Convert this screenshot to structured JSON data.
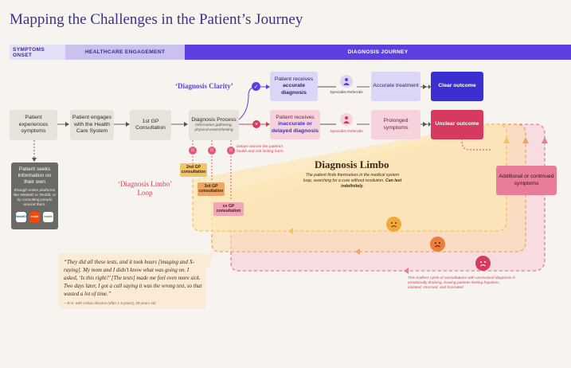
{
  "title": "Mapping the Challenges in the Patient’s Journey",
  "phases": {
    "onset": "SYMPTOMS ONSET",
    "engagement": "HEALTHCARE ENGAGEMENT",
    "journey": "DIAGNOSIS JOURNEY"
  },
  "nodes": {
    "experiences": "Patient experiences symptoms",
    "engages": "Patient engages with the Health Care System",
    "gp1": "1st GP Consultation",
    "process_title": "Diagnosis Process",
    "process_sub": "Information gathering, physical exams/testing",
    "seeks_title": "Patient seeks information on their own",
    "seeks_sub": "through online platforms like WebMD or Reddit, or by consulting people around them.",
    "acc_pre": "Patient receives",
    "acc_bold": "accurate diagnosis",
    "inacc_pre": "Patient receives",
    "inacc_bold": "inaccurate or delayed diagnosis",
    "accurate_treatment": "Accurate treatment",
    "prolonged": "Prolonged symptoms",
    "clear": "Clear outcome",
    "unclear": "Unclear outcome",
    "additional": "Additional or continued symptoms"
  },
  "specialist_top": "Specialist Referrals",
  "specialist_bottom": "Specialist Referrals",
  "clarity_label": "‘Diagnosis Clarity’",
  "limbo_loop_label": "‘Diagnosis Limbo’ Loop",
  "delays_note": "Delays worsen the patient’s health and risk lasting harm.",
  "consultations": {
    "gp2": "2nd GP consultation",
    "gp3": "3rd GP consultation",
    "gpx": "xx GP consultation"
  },
  "limbo": {
    "title": "Diagnosis Limbo",
    "desc": "The patient finds themselves in the medical system loop, searching for a cure without resolution.",
    "desc_bold": "Can last indefinitely."
  },
  "endless_note": "This endless cycle of consultations with unresolved diagnosis is emotionally draining, leaving patients feeling hopeless, isolated, stressed, and frustrated",
  "logos": {
    "webmd": "WebMD",
    "reddit": "reddit",
    "other": "health"
  },
  "quote": {
    "text": "“They did all these tests, and it took hours [imaging and X-raying]. My mom and I didn’t know what was going on. I asked, ‘Is this right?’ [The tests] made me feel even more sick. Two days later, I got a call saying it was the wrong test, so that wasted a lot of time.”",
    "attribution": "—E.H. with Celiac disease (after 1.5 years), 28 years old"
  },
  "colors": {
    "primary": "#5b3fe0",
    "clear": "#3a2fd0",
    "unclear": "#d63a5e",
    "limbo_yellow": "#f5c15c",
    "limbo_orange": "#f0a55e",
    "limbo_pink": "#e77d98"
  }
}
